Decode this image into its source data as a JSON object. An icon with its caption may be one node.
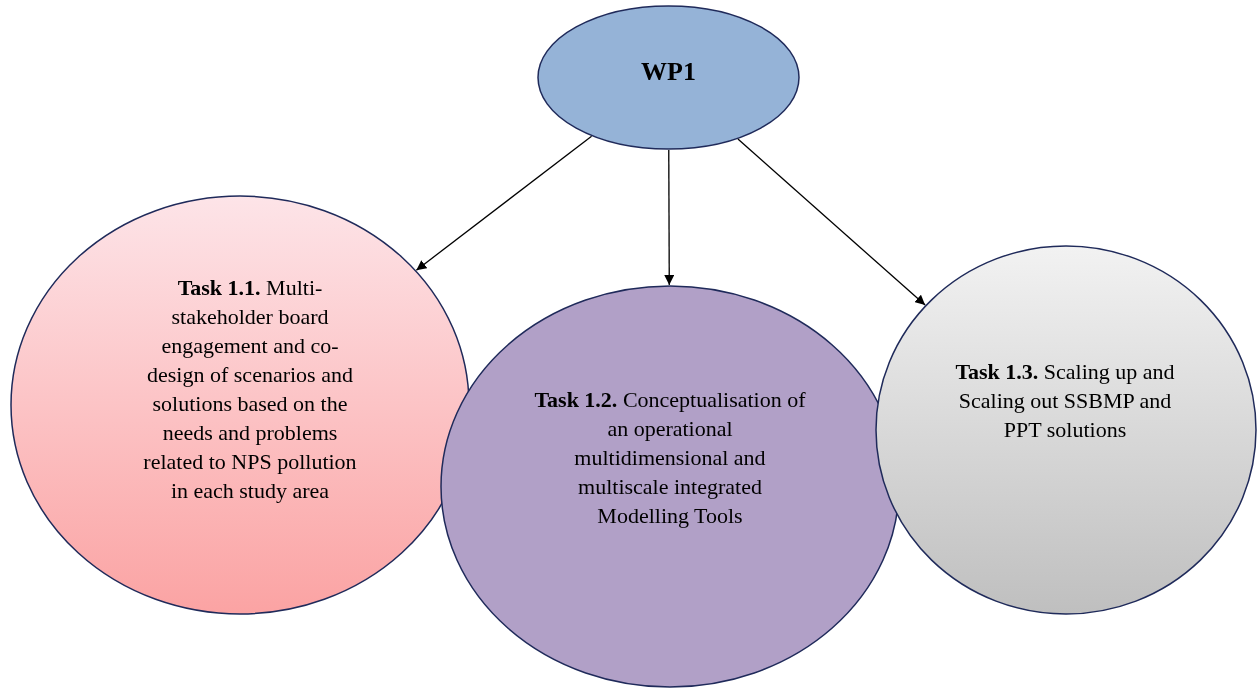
{
  "diagram": {
    "nodes": [
      {
        "text": [
          "WP1"
        ]
      },
      {
        "text": [
          "**Task 1.1.** Multi-stakeholder board engagement and co-design of scenarios and solutions based on the needs and problems related to NPS pollution in each study area"
        ]
      },
      {
        "text": [
          "**Task 1.2.** Conceptualisation of an operational multidimensional and multiscale integrated Modelling Tools"
        ]
      },
      {
        "text": [
          "**Task 1.3.** Scaling up and Scaling out SSBMP and PPT solutions"
        ]
      }
    ],
    "edges": [
      {
        "from": 0,
        "to": 1,
        "arrow": "to"
      },
      {
        "from": 0,
        "to": 2,
        "arrow": "to"
      },
      {
        "from": 0,
        "to": 3,
        "arrow": "to"
      }
    ]
  }
}
